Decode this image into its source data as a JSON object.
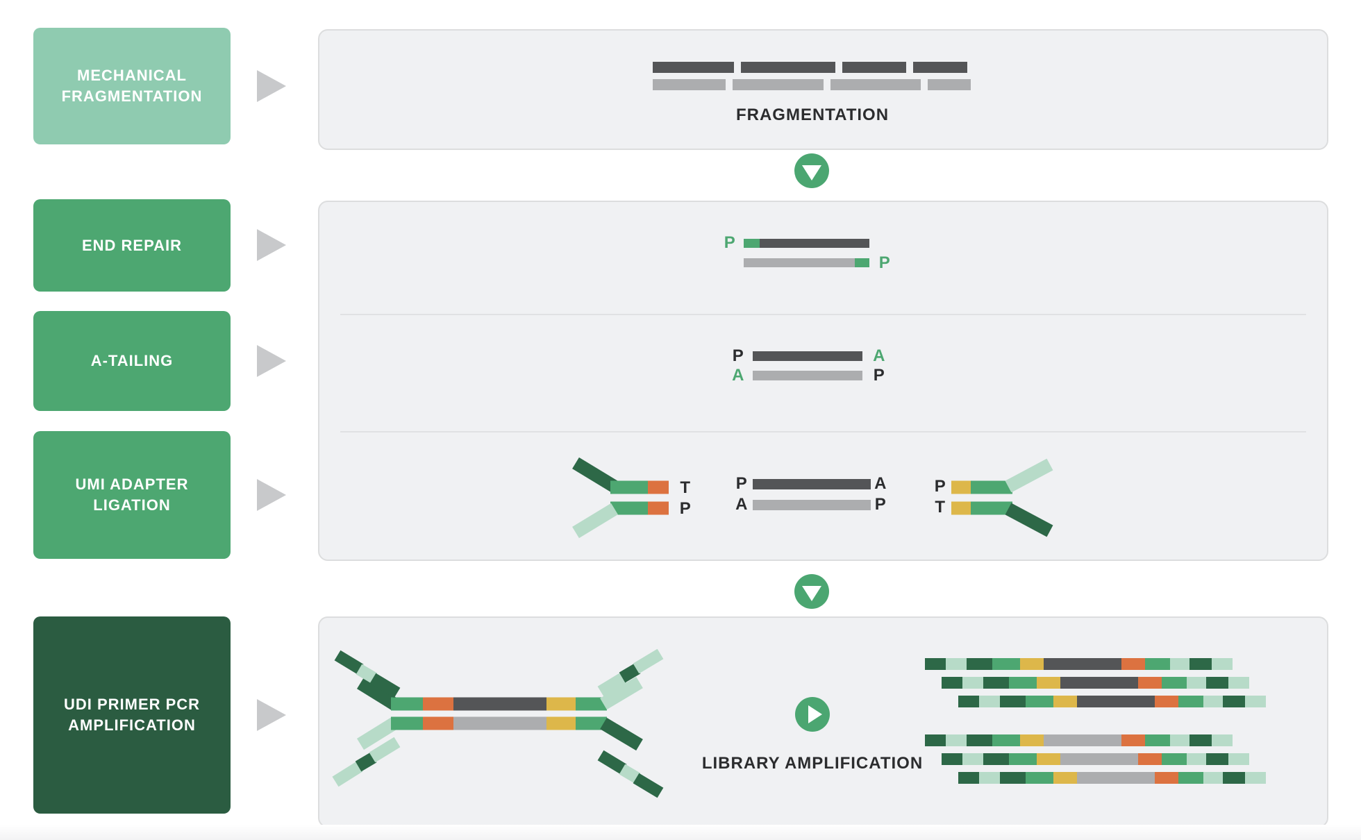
{
  "colors": {
    "dk": "#545557",
    "lt": "#ACADAF",
    "mg": "#4DA771",
    "dg": "#2D6847",
    "lg": "#B7DBC8",
    "yl": "#DDB74A",
    "or": "#DC7240",
    "box_light": "#8FCBB0",
    "box_mid": "#4DA771",
    "box_dark": "#2B5C41",
    "panel_bg": "#F0F1F3",
    "panel_border": "#DCDDDE",
    "tri_gray": "#C8C9CB",
    "text_dark": "#2B2C2E",
    "arrow_green": "#4BA671"
  },
  "sidebar": [
    {
      "label": "MECHANICAL\nFRAGMENTATION"
    },
    {
      "label": "END REPAIR"
    },
    {
      "label": "A-TAILING"
    },
    {
      "label": "UMI ADAPTER\nLIGATION"
    },
    {
      "label": "UDI PRIMER PCR\nAMPLIFICATION"
    }
  ],
  "captions": {
    "fragmentation": "FRAGMENTATION",
    "library_amplification": "LIBRARY AMPLIFICATION"
  },
  "fragmentation_bars": {
    "top": [
      [
        "dk",
        117
      ],
      [
        "dk",
        136
      ],
      [
        "dk",
        92
      ],
      [
        "dk",
        78
      ]
    ],
    "bottom": [
      [
        "lt",
        105
      ],
      [
        "lt",
        131
      ],
      [
        "lt",
        130
      ],
      [
        "lt",
        62
      ]
    ]
  },
  "end_repair": {
    "p_left": "P",
    "p_right": "P",
    "bar_top": [
      [
        "mg",
        23
      ],
      [
        "dk",
        158
      ]
    ],
    "bar_bottom": [
      [
        "lt",
        160
      ],
      [
        "mg",
        21
      ]
    ]
  },
  "a_tailing": {
    "p_top_left": "P",
    "a_top_right": "A",
    "a_bottom_left": "A",
    "p_bottom_right": "P",
    "bar_top": [
      [
        "dk",
        158
      ]
    ],
    "bar_bottom": [
      [
        "lt",
        158
      ]
    ]
  },
  "umi_ligation": {
    "t_adapter_left": "T",
    "p_adapter_left": "P",
    "p_insert_top_left": "P",
    "a_insert_top_right": "A",
    "a_insert_bottom_left": "A",
    "p_insert_bottom_right": "P",
    "p_adapter_right": "P",
    "t_adapter_right": "T",
    "bar_top": [
      [
        "dk",
        170
      ]
    ],
    "bar_bottom": [
      [
        "lt",
        170
      ]
    ]
  },
  "amplified_library": {
    "top_strand_segments": [
      [
        "dg",
        30
      ],
      [
        "lg",
        30
      ],
      [
        "dg",
        37
      ],
      [
        "mg",
        40
      ],
      [
        "yl",
        34
      ],
      [
        "dk",
        112
      ],
      [
        "or",
        34
      ],
      [
        "mg",
        36
      ],
      [
        "lg",
        28
      ],
      [
        "dg",
        32
      ],
      [
        "lg",
        30
      ]
    ],
    "bottom_strand_segments": [
      [
        "dg",
        30
      ],
      [
        "lg",
        30
      ],
      [
        "dg",
        37
      ],
      [
        "mg",
        40
      ],
      [
        "yl",
        34
      ],
      [
        "lt",
        112
      ],
      [
        "or",
        34
      ],
      [
        "mg",
        36
      ],
      [
        "lg",
        28
      ],
      [
        "dg",
        32
      ],
      [
        "lg",
        30
      ]
    ]
  }
}
